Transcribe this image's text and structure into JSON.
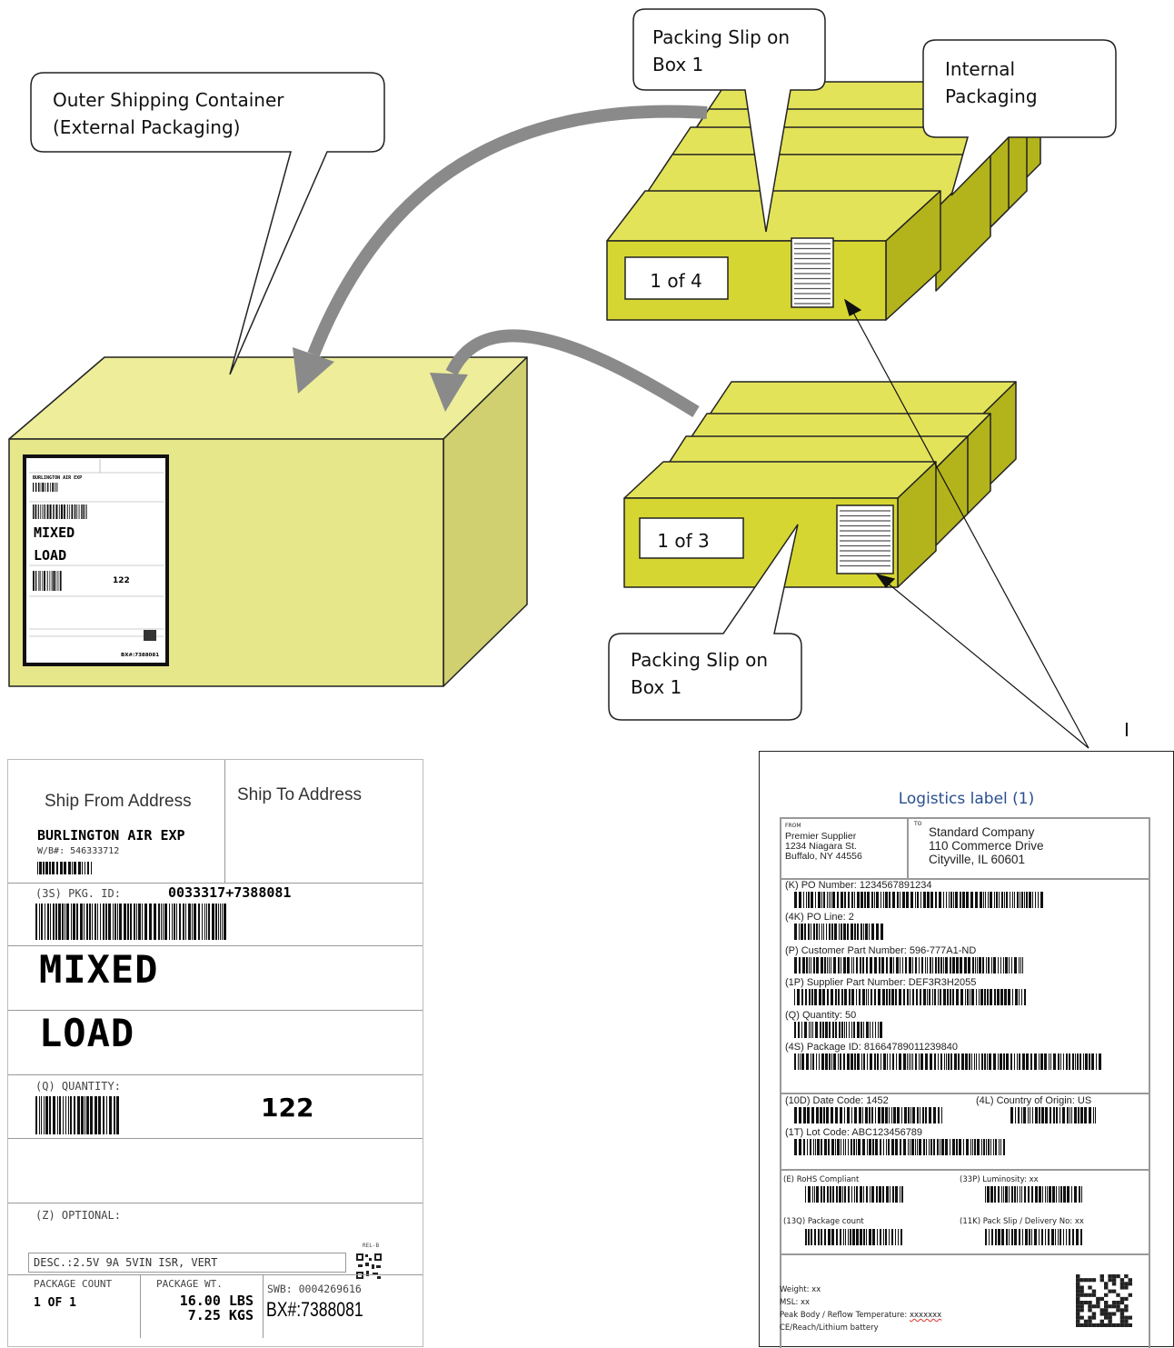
{
  "callouts": {
    "outer": [
      "Outer Shipping Container",
      "(External Packaging)"
    ],
    "slip_top": [
      "Packing Slip on",
      "Box 1"
    ],
    "internal": [
      "Internal",
      "Packaging"
    ],
    "slip_bottom": [
      "Packing Slip on",
      "Box 1"
    ]
  },
  "box_counts": {
    "top": "1 of 4",
    "bottom": "1 of 3"
  },
  "stray_mark": "I",
  "mini_label": {
    "carrier": "BURLINGTON AIR EXP",
    "line1": "MIXED",
    "line2": "LOAD",
    "qty": "122",
    "bx": "BX#:7388081"
  },
  "shipping_label": {
    "ship_from": "Ship From Address",
    "ship_to": "Ship To Address",
    "carrier": "BURLINGTON AIR EXP",
    "wb": "W/B#: 546333712",
    "pkg_id_label": "(3S) PKG. ID:",
    "pkg_id_value": "0033317+7388081",
    "mixed": "MIXED",
    "load": "LOAD",
    "quantity_label": "(Q) QUANTITY:",
    "quantity_value": "122",
    "optional_label": "(Z) OPTIONAL:",
    "rel": "REL-B",
    "desc": "DESC.:2.5V 9A 5VIN ISR, VERT",
    "package_count_label": "PACKAGE COUNT",
    "package_count_value": "1 OF 1",
    "package_wt_label": "PACKAGE WT.",
    "weight_lbs": "16.00 LBS",
    "weight_kgs": "7.25 KGS",
    "swb": "SWB: 0004269616",
    "bx": "BX#:7388081"
  },
  "logistics_label": {
    "title": "Logistics label (1)",
    "from_tag": "FROM",
    "from": [
      "Premier Supplier",
      "1234 Niagara St.",
      "Buffalo, NY  44556"
    ],
    "to_tag": "TO",
    "to": [
      "Standard Company",
      "110 Commerce Drive",
      "Cityville, IL  60601"
    ],
    "fields": [
      "(K) PO Number:   1234567891234",
      "(4K) PO Line:   2",
      "(P) Customer Part Number:    596-777A1-ND",
      "(1P) Supplier Part Number:   DEF3R3H2055",
      "(Q) Quantity:  50",
      "(4S) Package ID: 81664789011239840"
    ],
    "date_code": "(10D) Date Code: 1452",
    "country": "(4L) Country of Origin: US",
    "lot_code": "(1T) Lot Code: ABC123456789",
    "rohs": "(E) RoHS Compliant",
    "luminosity": "(33P) Luminosity: xx",
    "package_count": "(13Q) Package count",
    "pack_slip": "(11K) Pack Slip / Delivery No: xx",
    "weight": "Weight: xx",
    "msl": "MSL: xx",
    "peak_prefix": "Peak Body / Reflow Temperature: ",
    "peak_value": "xxxxxxx",
    "ce": "CE/Reach/Lithium battery"
  },
  "colors": {
    "box_front": "#d6d633",
    "box_top": "#e3e35a",
    "box_side": "#b3b31c",
    "outer_front": "#e6e68a",
    "outer_top": "#eded9a",
    "outer_side": "#d0d070",
    "arrow": "#8a8a8a",
    "logistics_title": "#2a4f8f"
  }
}
